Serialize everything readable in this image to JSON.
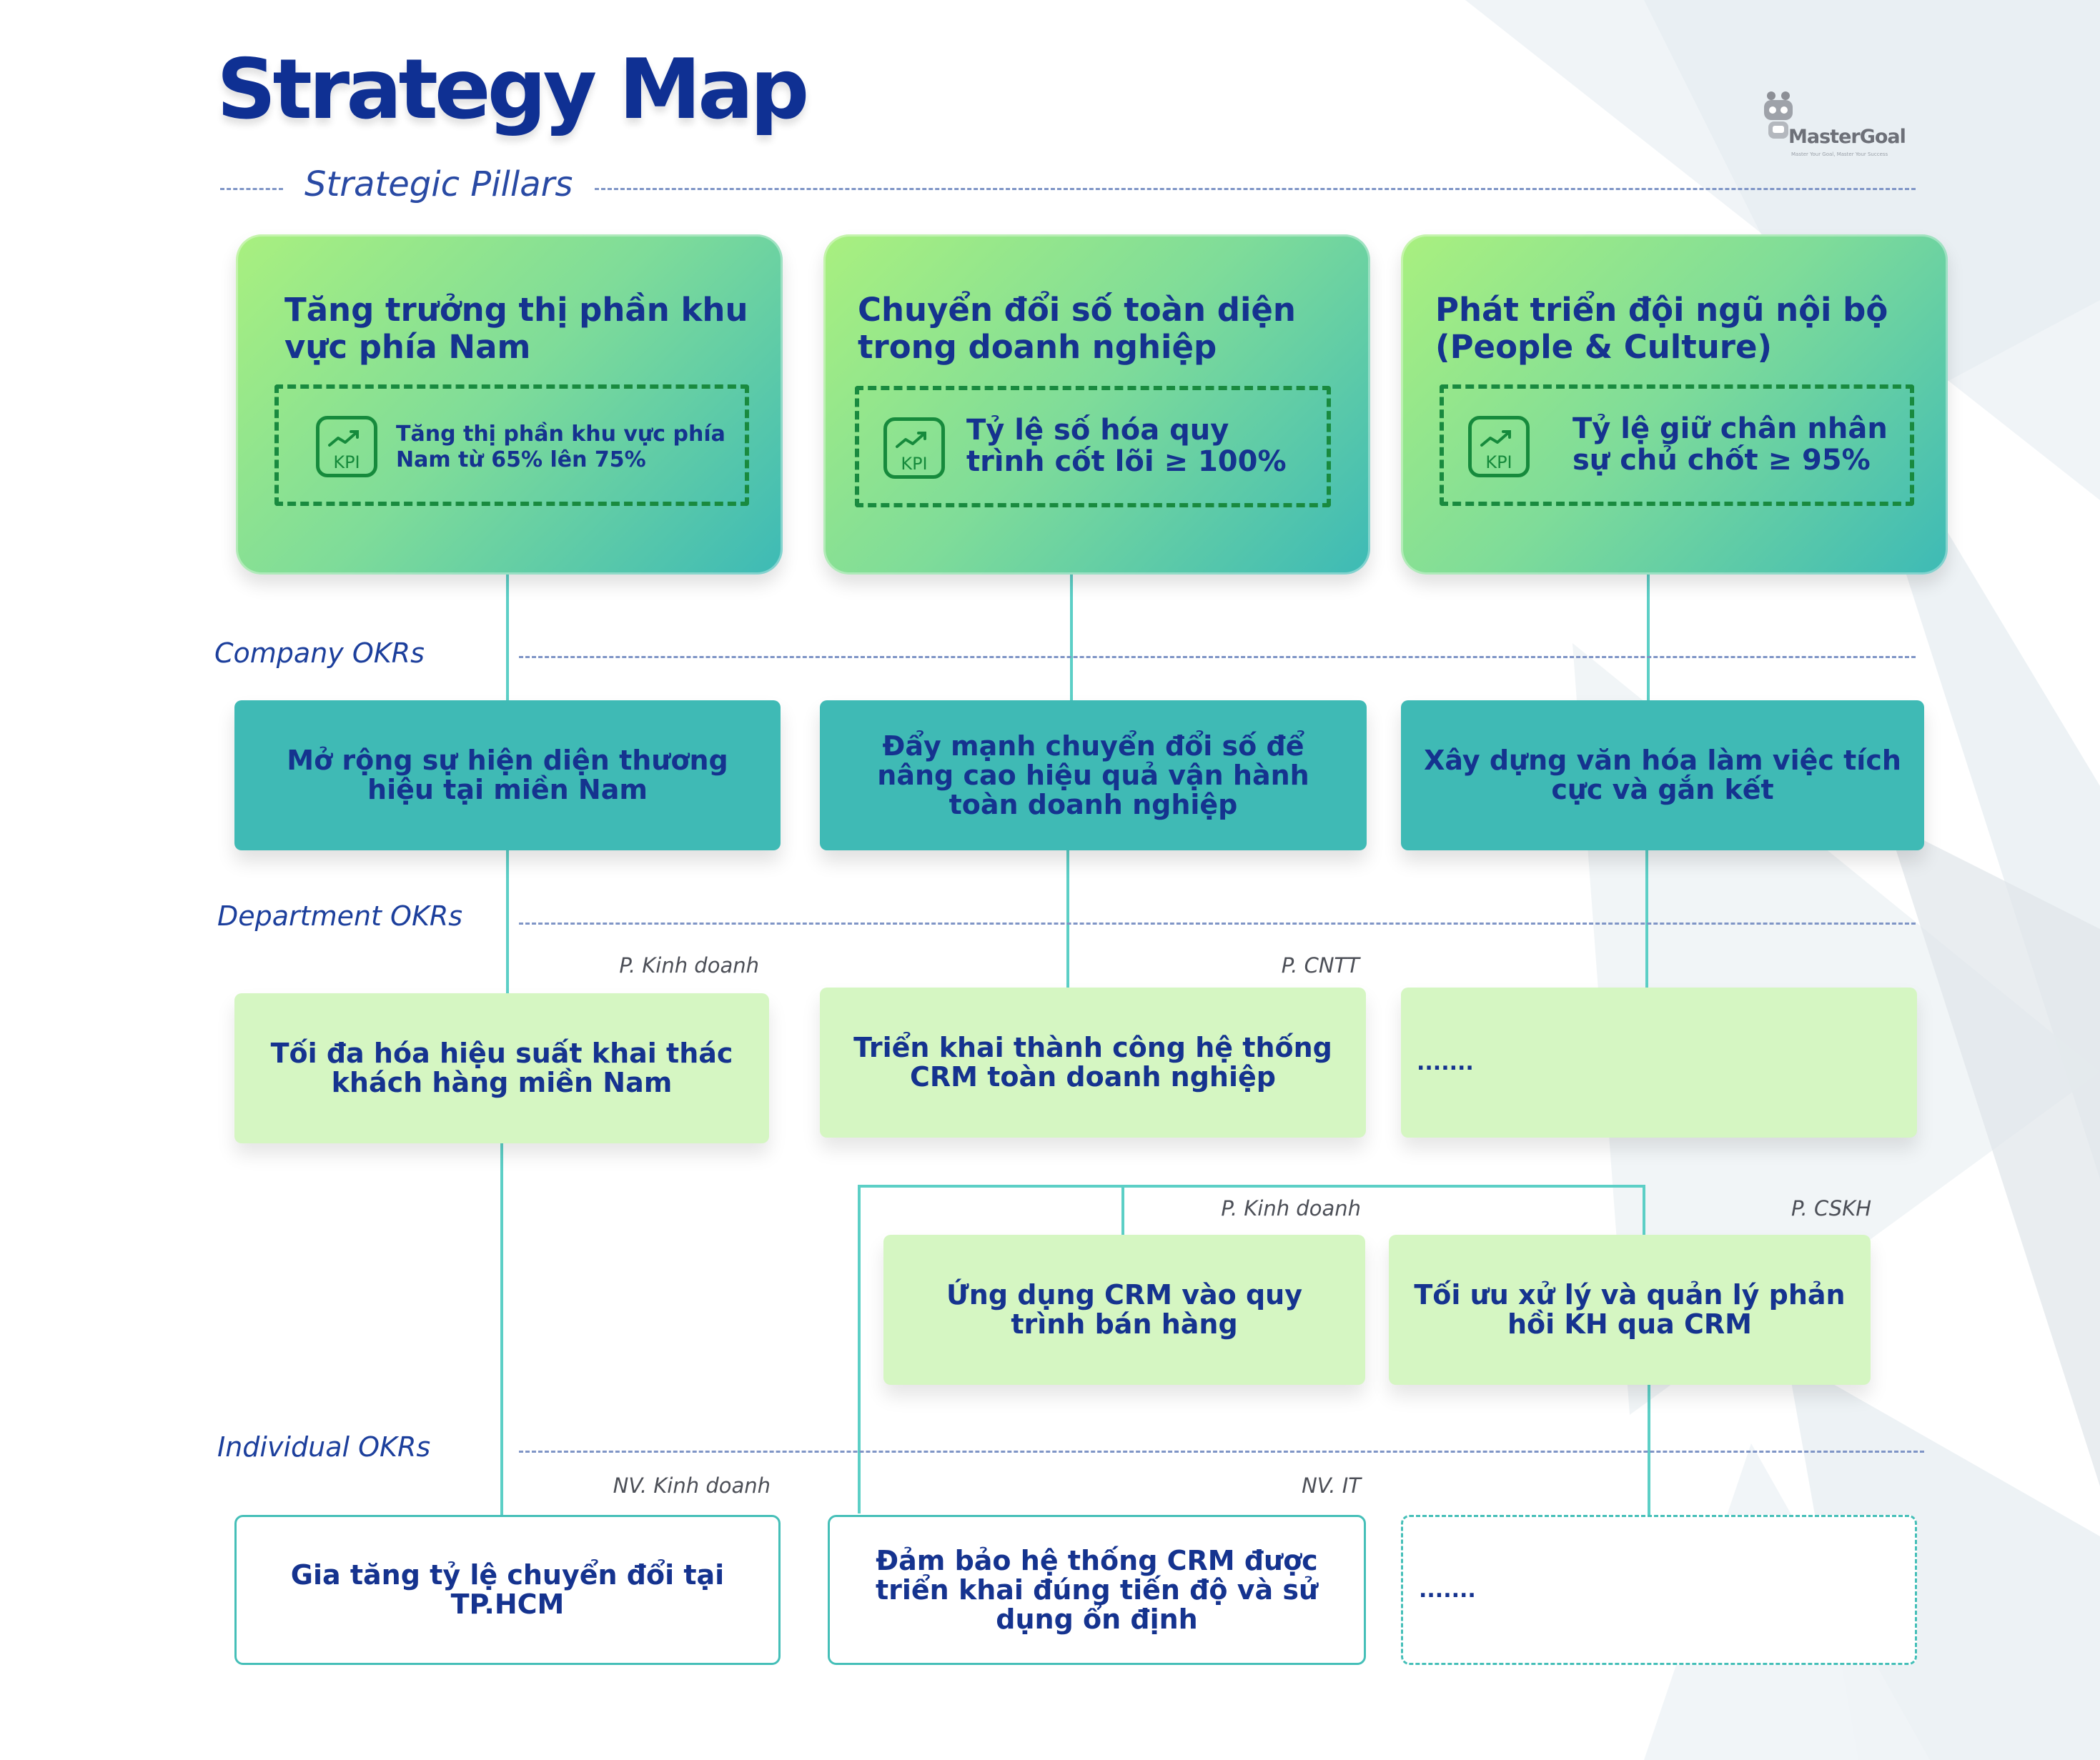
{
  "header": {
    "title": "Strategy Map",
    "brand": "MasterGoal",
    "brand_tagline": "Master Your Goal, Master Your Success"
  },
  "sections": {
    "pillars": "Strategic Pillars",
    "company": "Company OKRs",
    "department": "Department OKRs",
    "individual": "Individual OKRs"
  },
  "pillars": [
    {
      "title": "Tăng trưởng thị phần khu vực phía Nam",
      "kpi_label": "KPI",
      "kpi_text": "Tăng thị phần khu vực phía Nam từ 65% lên 75%"
    },
    {
      "title": "Chuyển đổi số toàn diện trong doanh nghiệp",
      "kpi_label": "KPI",
      "kpi_text": "Tỷ lệ số hóa quy trình cốt lõi ≥ 100%"
    },
    {
      "title": "Phát triển đội ngũ nội bộ (People & Culture)",
      "kpi_label": "KPI",
      "kpi_text": "Tỷ lệ giữ chân nhân sự chủ chốt ≥ 95%"
    }
  ],
  "company_okrs": [
    "Mở rộng sự hiện diện thương hiệu tại miền Nam",
    "Đẩy mạnh chuyển đổi số để nâng cao hiệu quả vận hành toàn doanh nghiệp",
    "Xây dựng văn hóa làm việc tích cực và gắn kết"
  ],
  "department_okrs": [
    {
      "owner": "P. Kinh doanh",
      "text": "Tối đa hóa hiệu suất khai thác khách hàng miền Nam"
    },
    {
      "owner": "P. CNTT",
      "text": "Triển khai thành công hệ thống CRM toàn doanh nghiệp"
    },
    {
      "owner": "",
      "text": "......."
    }
  ],
  "sub_department_okrs": [
    {
      "owner": "P. Kinh doanh",
      "text": "Ứng dụng CRM vào quy trình bán hàng"
    },
    {
      "owner": "P. CSKH",
      "text": "Tối ưu xử lý và quản lý phản hồi KH qua CRM"
    }
  ],
  "individual_okrs": [
    {
      "owner": "NV. Kinh doanh",
      "text": "Gia tăng tỷ lệ chuyển đổi tại TP.HCM"
    },
    {
      "owner": "NV. IT",
      "text": "Đảm bảo hệ thống CRM được triển khai đúng tiến độ và sử dụng ổn định"
    },
    {
      "owner": "",
      "text": "......."
    }
  ],
  "colors": {
    "title": "#0f3093",
    "text": "#15338f",
    "company_box": "#3fbab5",
    "department_box": "#d5f6c2",
    "connector": "#5ccfc6",
    "kpi_green": "#168a3c"
  }
}
